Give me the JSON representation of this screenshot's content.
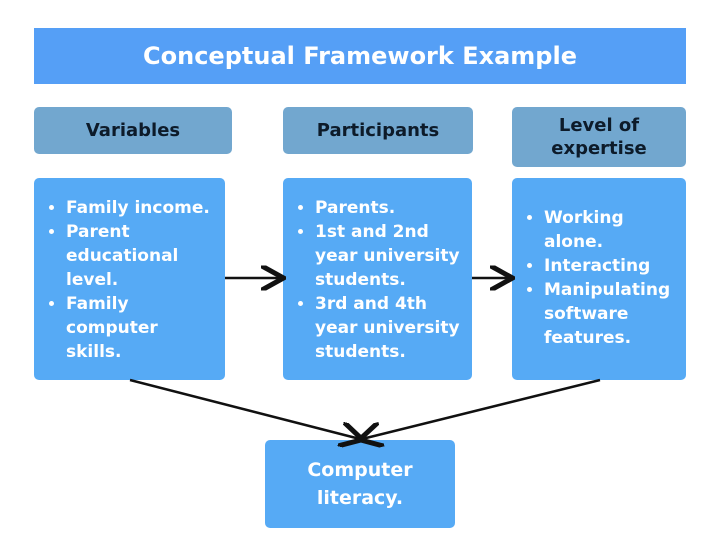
{
  "title": "Conceptual Framework Example",
  "columns": [
    {
      "header": "Variables",
      "items": [
        "Family income.",
        "Parent educational level.",
        "Family computer skills."
      ]
    },
    {
      "header": "Participants",
      "items": [
        "Parents.",
        "1st and 2nd year university students.",
        "3rd and 4th year university students."
      ]
    },
    {
      "header": "Level of expertise",
      "items": [
        "Working alone.",
        "Interacting",
        "Manipulating software features."
      ]
    }
  ],
  "outcome": "Computer literacy.",
  "colors": {
    "title": "#559ff6",
    "header": "#72a7cf",
    "box": "#56aaf5"
  }
}
